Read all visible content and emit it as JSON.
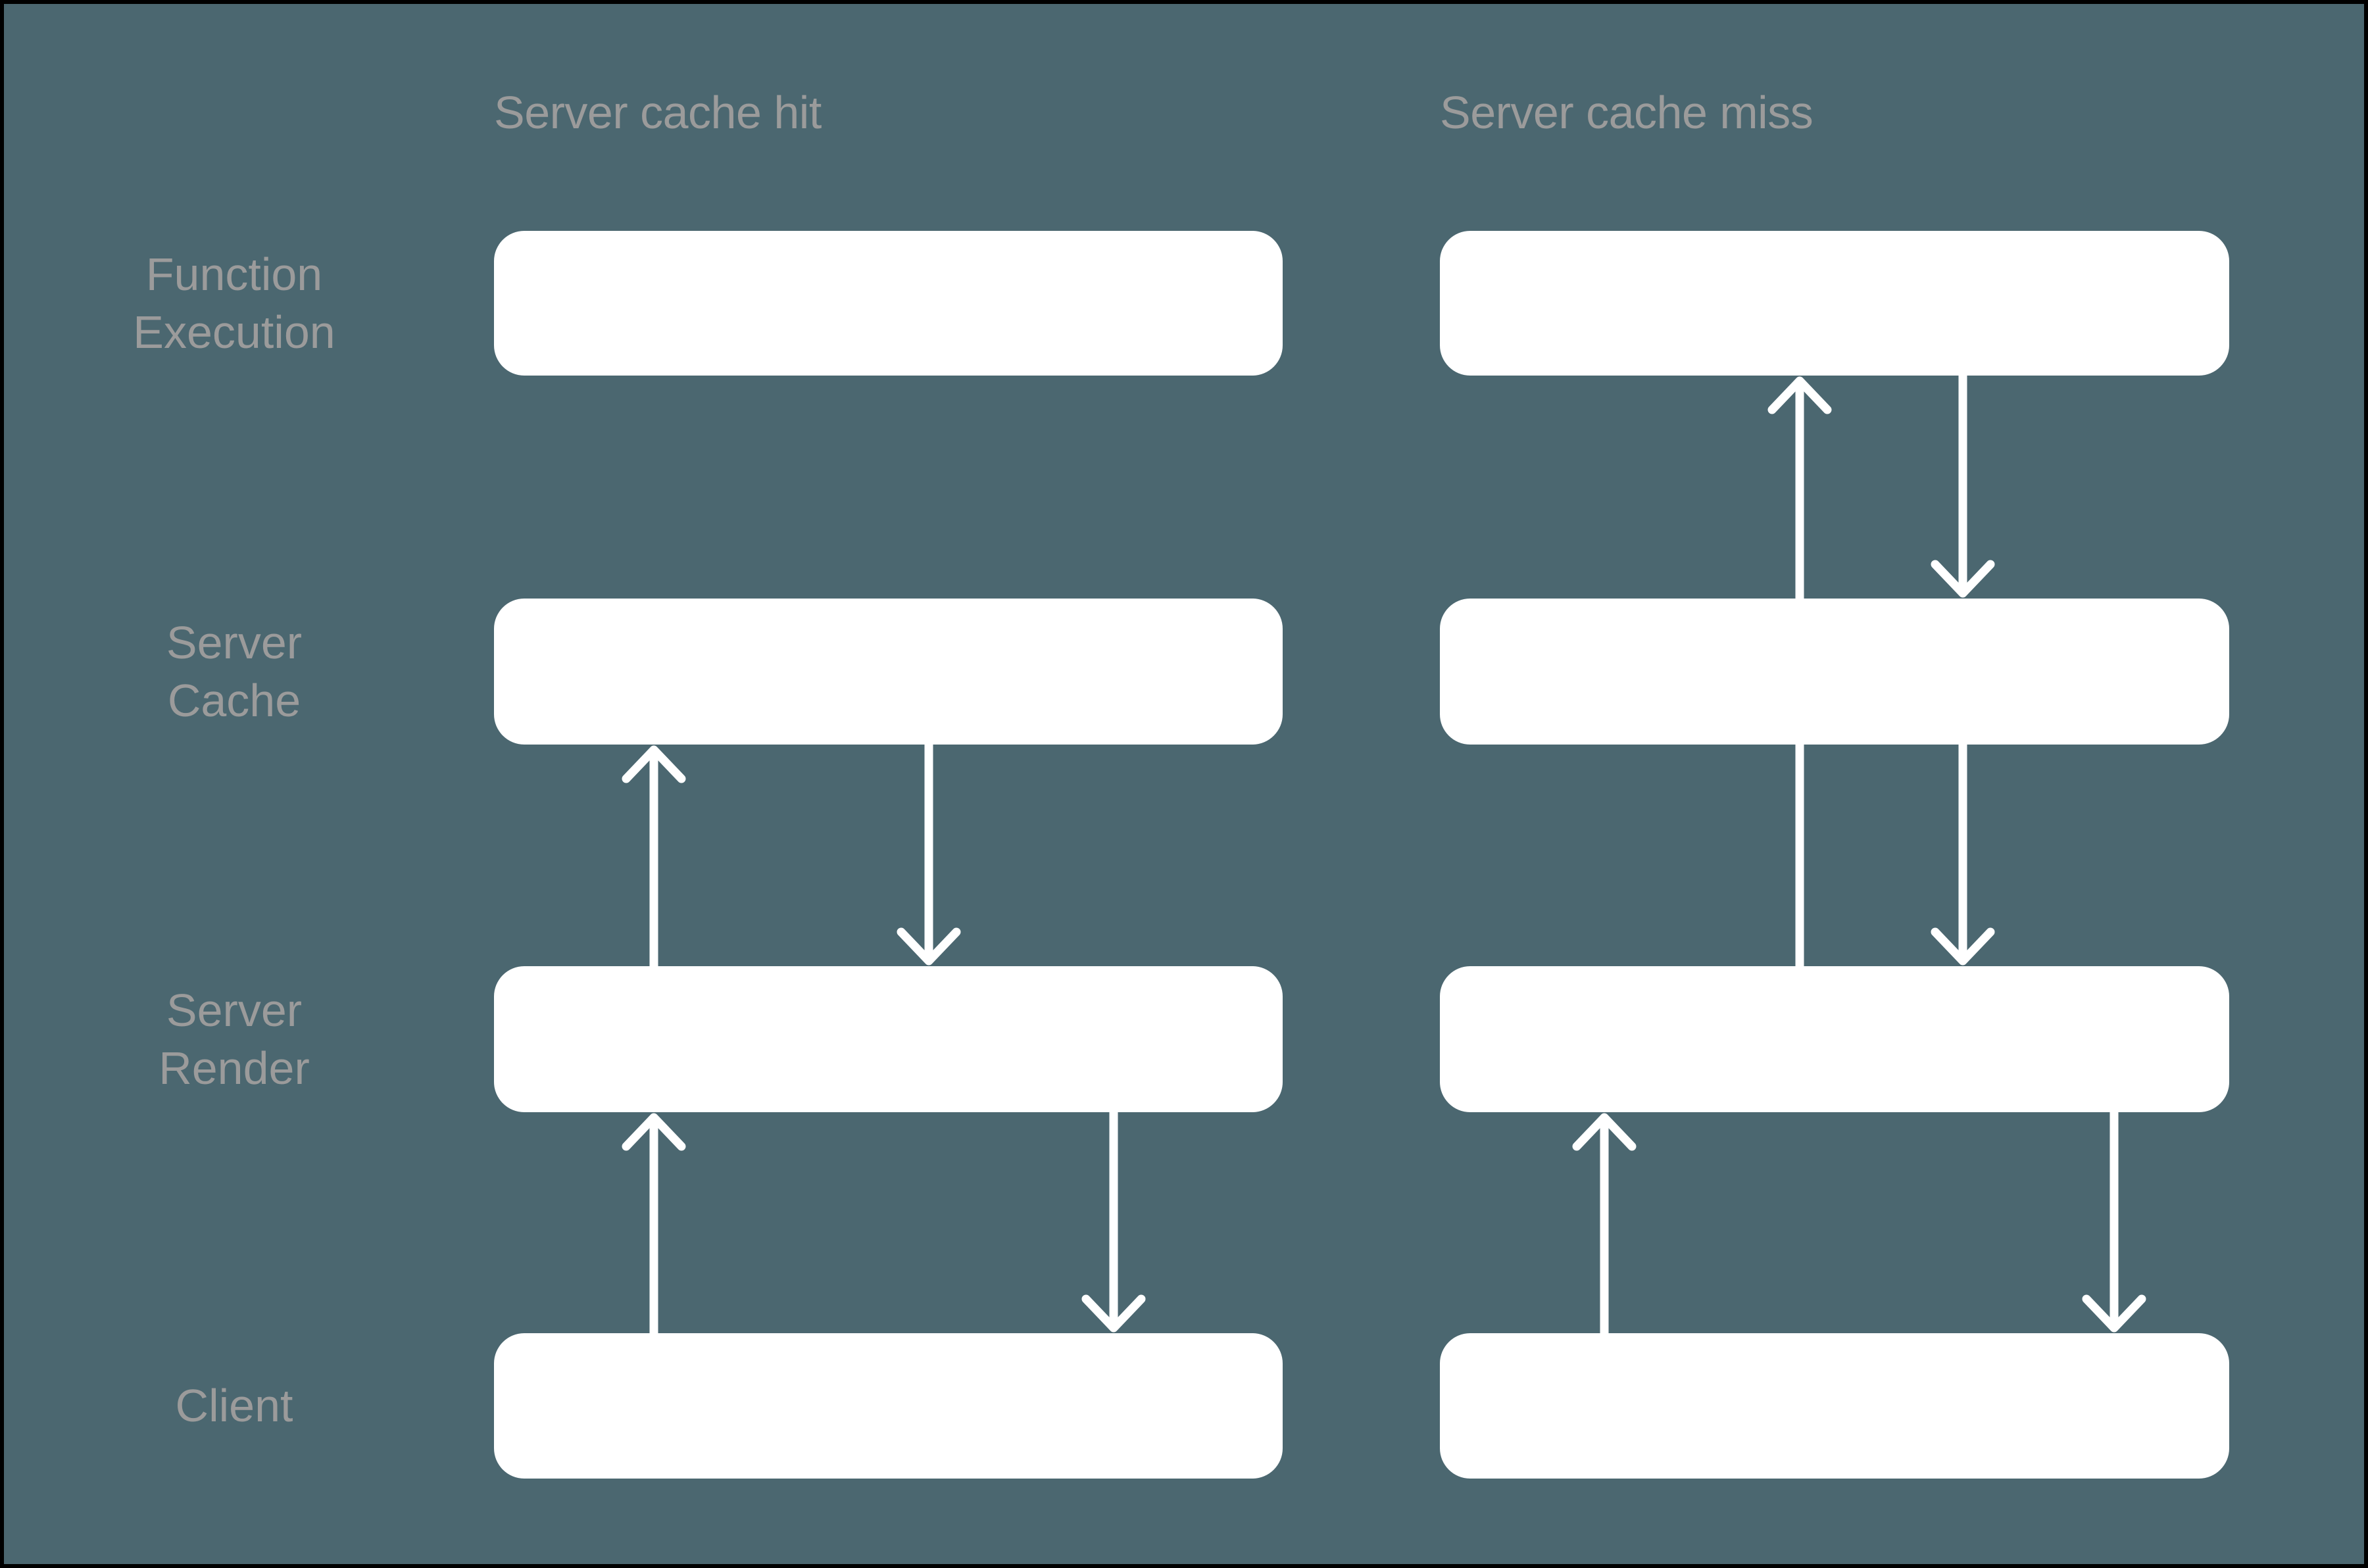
{
  "diagram": {
    "title_text_visible": false,
    "background_color": "#4b6770",
    "node_color": "#ffffff",
    "label_color": "#9b9b9b",
    "arrow_color": "#ffffff",
    "columns": [
      {
        "id": "server-cache-hit",
        "header": "Server cache hit"
      },
      {
        "id": "server-cache-miss",
        "header": "Server cache miss"
      }
    ],
    "rows": [
      {
        "id": "function-execution",
        "label": "Function\nExecution"
      },
      {
        "id": "server-cache",
        "label": "Server\nCache"
      },
      {
        "id": "server-render",
        "label": "Server\nRender"
      },
      {
        "id": "client",
        "label": "Client"
      }
    ],
    "nodes": [
      {
        "column": "server-cache-hit",
        "row": "function-execution"
      },
      {
        "column": "server-cache-hit",
        "row": "server-cache"
      },
      {
        "column": "server-cache-hit",
        "row": "server-render"
      },
      {
        "column": "server-cache-hit",
        "row": "client"
      },
      {
        "column": "server-cache-miss",
        "row": "function-execution"
      },
      {
        "column": "server-cache-miss",
        "row": "server-cache"
      },
      {
        "column": "server-cache-miss",
        "row": "server-render"
      },
      {
        "column": "server-cache-miss",
        "row": "client"
      }
    ],
    "arrows": [
      {
        "id": "hit-render-to-cache",
        "column": "server-cache-hit",
        "from": "server-render",
        "to": "server-cache",
        "direction": "up"
      },
      {
        "id": "hit-cache-to-render",
        "column": "server-cache-hit",
        "from": "server-cache",
        "to": "server-render",
        "direction": "down"
      },
      {
        "id": "hit-client-to-render",
        "column": "server-cache-hit",
        "from": "client",
        "to": "server-render",
        "direction": "up"
      },
      {
        "id": "hit-render-to-client",
        "column": "server-cache-hit",
        "from": "server-render",
        "to": "client",
        "direction": "down"
      },
      {
        "id": "miss-render-to-exec",
        "column": "server-cache-miss",
        "from": "server-render",
        "to": "function-execution",
        "direction": "up"
      },
      {
        "id": "miss-exec-to-cache",
        "column": "server-cache-miss",
        "from": "function-execution",
        "to": "server-cache",
        "direction": "down"
      },
      {
        "id": "miss-cache-to-render",
        "column": "server-cache-miss",
        "from": "server-cache",
        "to": "server-render",
        "direction": "down"
      },
      {
        "id": "miss-client-to-render",
        "column": "server-cache-miss",
        "from": "client",
        "to": "server-render",
        "direction": "up"
      },
      {
        "id": "miss-render-to-client",
        "column": "server-cache-miss",
        "from": "server-render",
        "to": "client",
        "direction": "down"
      }
    ]
  }
}
